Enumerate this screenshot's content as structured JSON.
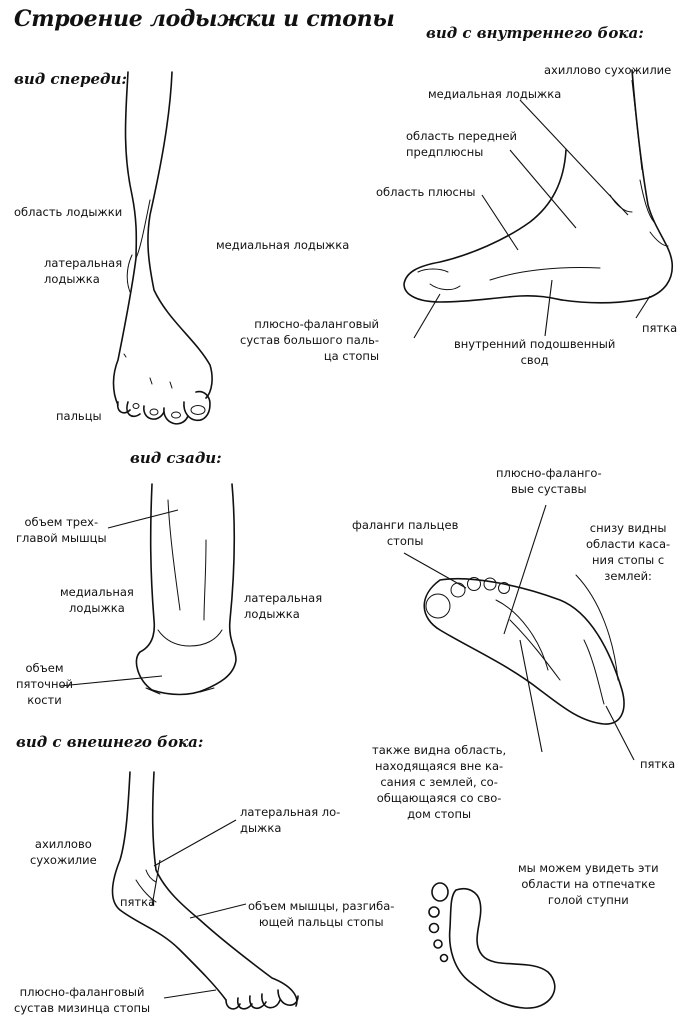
{
  "title": "Строение лодыжки и стопы",
  "views": {
    "front": {
      "heading": "вид спереди:",
      "labels": {
        "ankle_region": "область лодыжки",
        "lateral_malleolus": "латеральная\nлодыжка",
        "medial_malleolus": "медиальная лодыжка",
        "toes": "пальцы"
      }
    },
    "inner_side": {
      "heading": "вид с внутреннего бока:",
      "labels": {
        "achilles_tendon": "ахиллово сухожилие",
        "medial_malleolus": "медиальная лодыжка",
        "anterior_tarsus": "область передней\nпредплюсны",
        "metatarsus": "область плюсны",
        "big_toe_joint": "плюсно-фаланговый\nсустав большого паль-\nца стопы",
        "arch": "внутренний подошвенный\nсвод",
        "heel": "пятка"
      }
    },
    "back": {
      "heading": "вид сзади:",
      "labels": {
        "triceps_volume": "объем трех-\nглавой мышцы",
        "medial_malleolus": "медиальная\nлодыжка",
        "lateral_malleolus": "латеральная\nлодыжка",
        "heel_bone_volume": "объем\nпяточной\nкости"
      }
    },
    "sole": {
      "labels": {
        "mtp_joints": "плюсно-фаланго-\nвые суставы",
        "phalanges": "фаланги пальцев\nстопы",
        "ground_contact": "снизу видны\nобласти каса-\nния стопы с\nземлей:",
        "non_contact": "также видна область,\nнаходящаяся вне ка-\nсания с землей, со-\nобщающаяся со сво-\nдом стопы",
        "heel": "пятка"
      }
    },
    "outer_side": {
      "heading": "вид с внешнего бока:",
      "labels": {
        "lateral_malleolus": "латеральная ло-\nдыжка",
        "achilles_tendon": "ахиллово\nсухожилие",
        "heel": "пятка",
        "extensor_muscle": "объем мышцы, разгиба-\nющей пальцы стопы",
        "little_toe_joint": "плюсно-фаланговый\nсустав мизинца стопы"
      }
    },
    "footprint": {
      "caption": "мы можем увидеть эти\nобласти на отпечатке\nголой ступни"
    }
  }
}
